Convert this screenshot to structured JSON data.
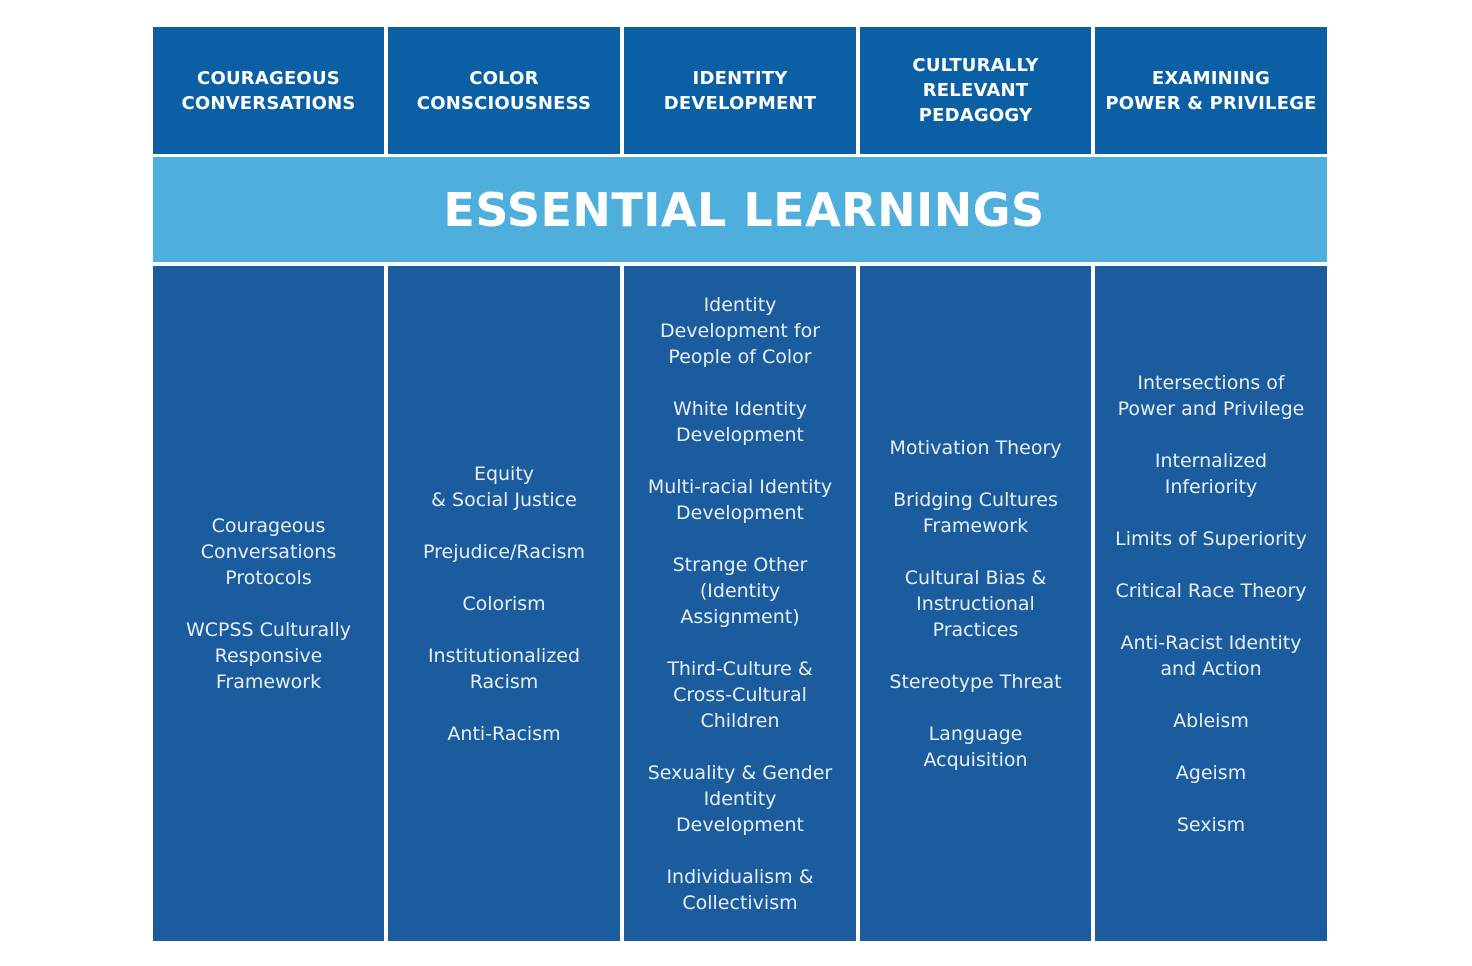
{
  "columns": [
    {
      "header": "COURAGEOUS\nCONVERSATIONS",
      "topics": [
        "Courageous\nConversations\nProtocols",
        "WCPSS Culturally\nResponsive\nFramework"
      ]
    },
    {
      "header": "COLOR\nCONSCIOUSNESS",
      "topics": [
        "Equity\n& Social Justice",
        "Prejudice/Racism",
        "Colorism",
        "Institutionalized\nRacism",
        "Anti-Racism"
      ]
    },
    {
      "header": "IDENTITY\nDEVELOPMENT",
      "topics": [
        "Identity\nDevelopment for\nPeople of Color",
        "White Identity\nDevelopment",
        "Multi-racial Identity\nDevelopment",
        "Strange Other\n(Identity\nAssignment)",
        "Third-Culture &\nCross-Cultural\nChildren",
        "Sexuality & Gender\nIdentity\nDevelopment",
        "Individualism &\nCollectivism"
      ]
    },
    {
      "header": "CULTURALLY\nRELEVANT PEDAGOGY",
      "topics": [
        "Motivation Theory",
        "Bridging Cultures\nFramework",
        "Cultural Bias &\nInstructional\nPractices",
        "Stereotype Threat",
        "Language\nAcquisition"
      ]
    },
    {
      "header": "EXAMINING\nPOWER & PRIVILEGE",
      "topics": [
        "Intersections of\nPower and Privilege",
        "Internalized\nInferiority",
        "Limits of Superiority",
        "Critical Race Theory",
        "Anti-Racist Identity\nand Action",
        "Ableism",
        "Ageism",
        "Sexism"
      ]
    }
  ],
  "banner": {
    "title": "ESSENTIAL LEARNINGS"
  },
  "colors": {
    "header_bg": "#0b5fa5",
    "banner_bg": "#4eafdc",
    "body_bg": "#1a5c9e",
    "text": "#ffffff"
  }
}
